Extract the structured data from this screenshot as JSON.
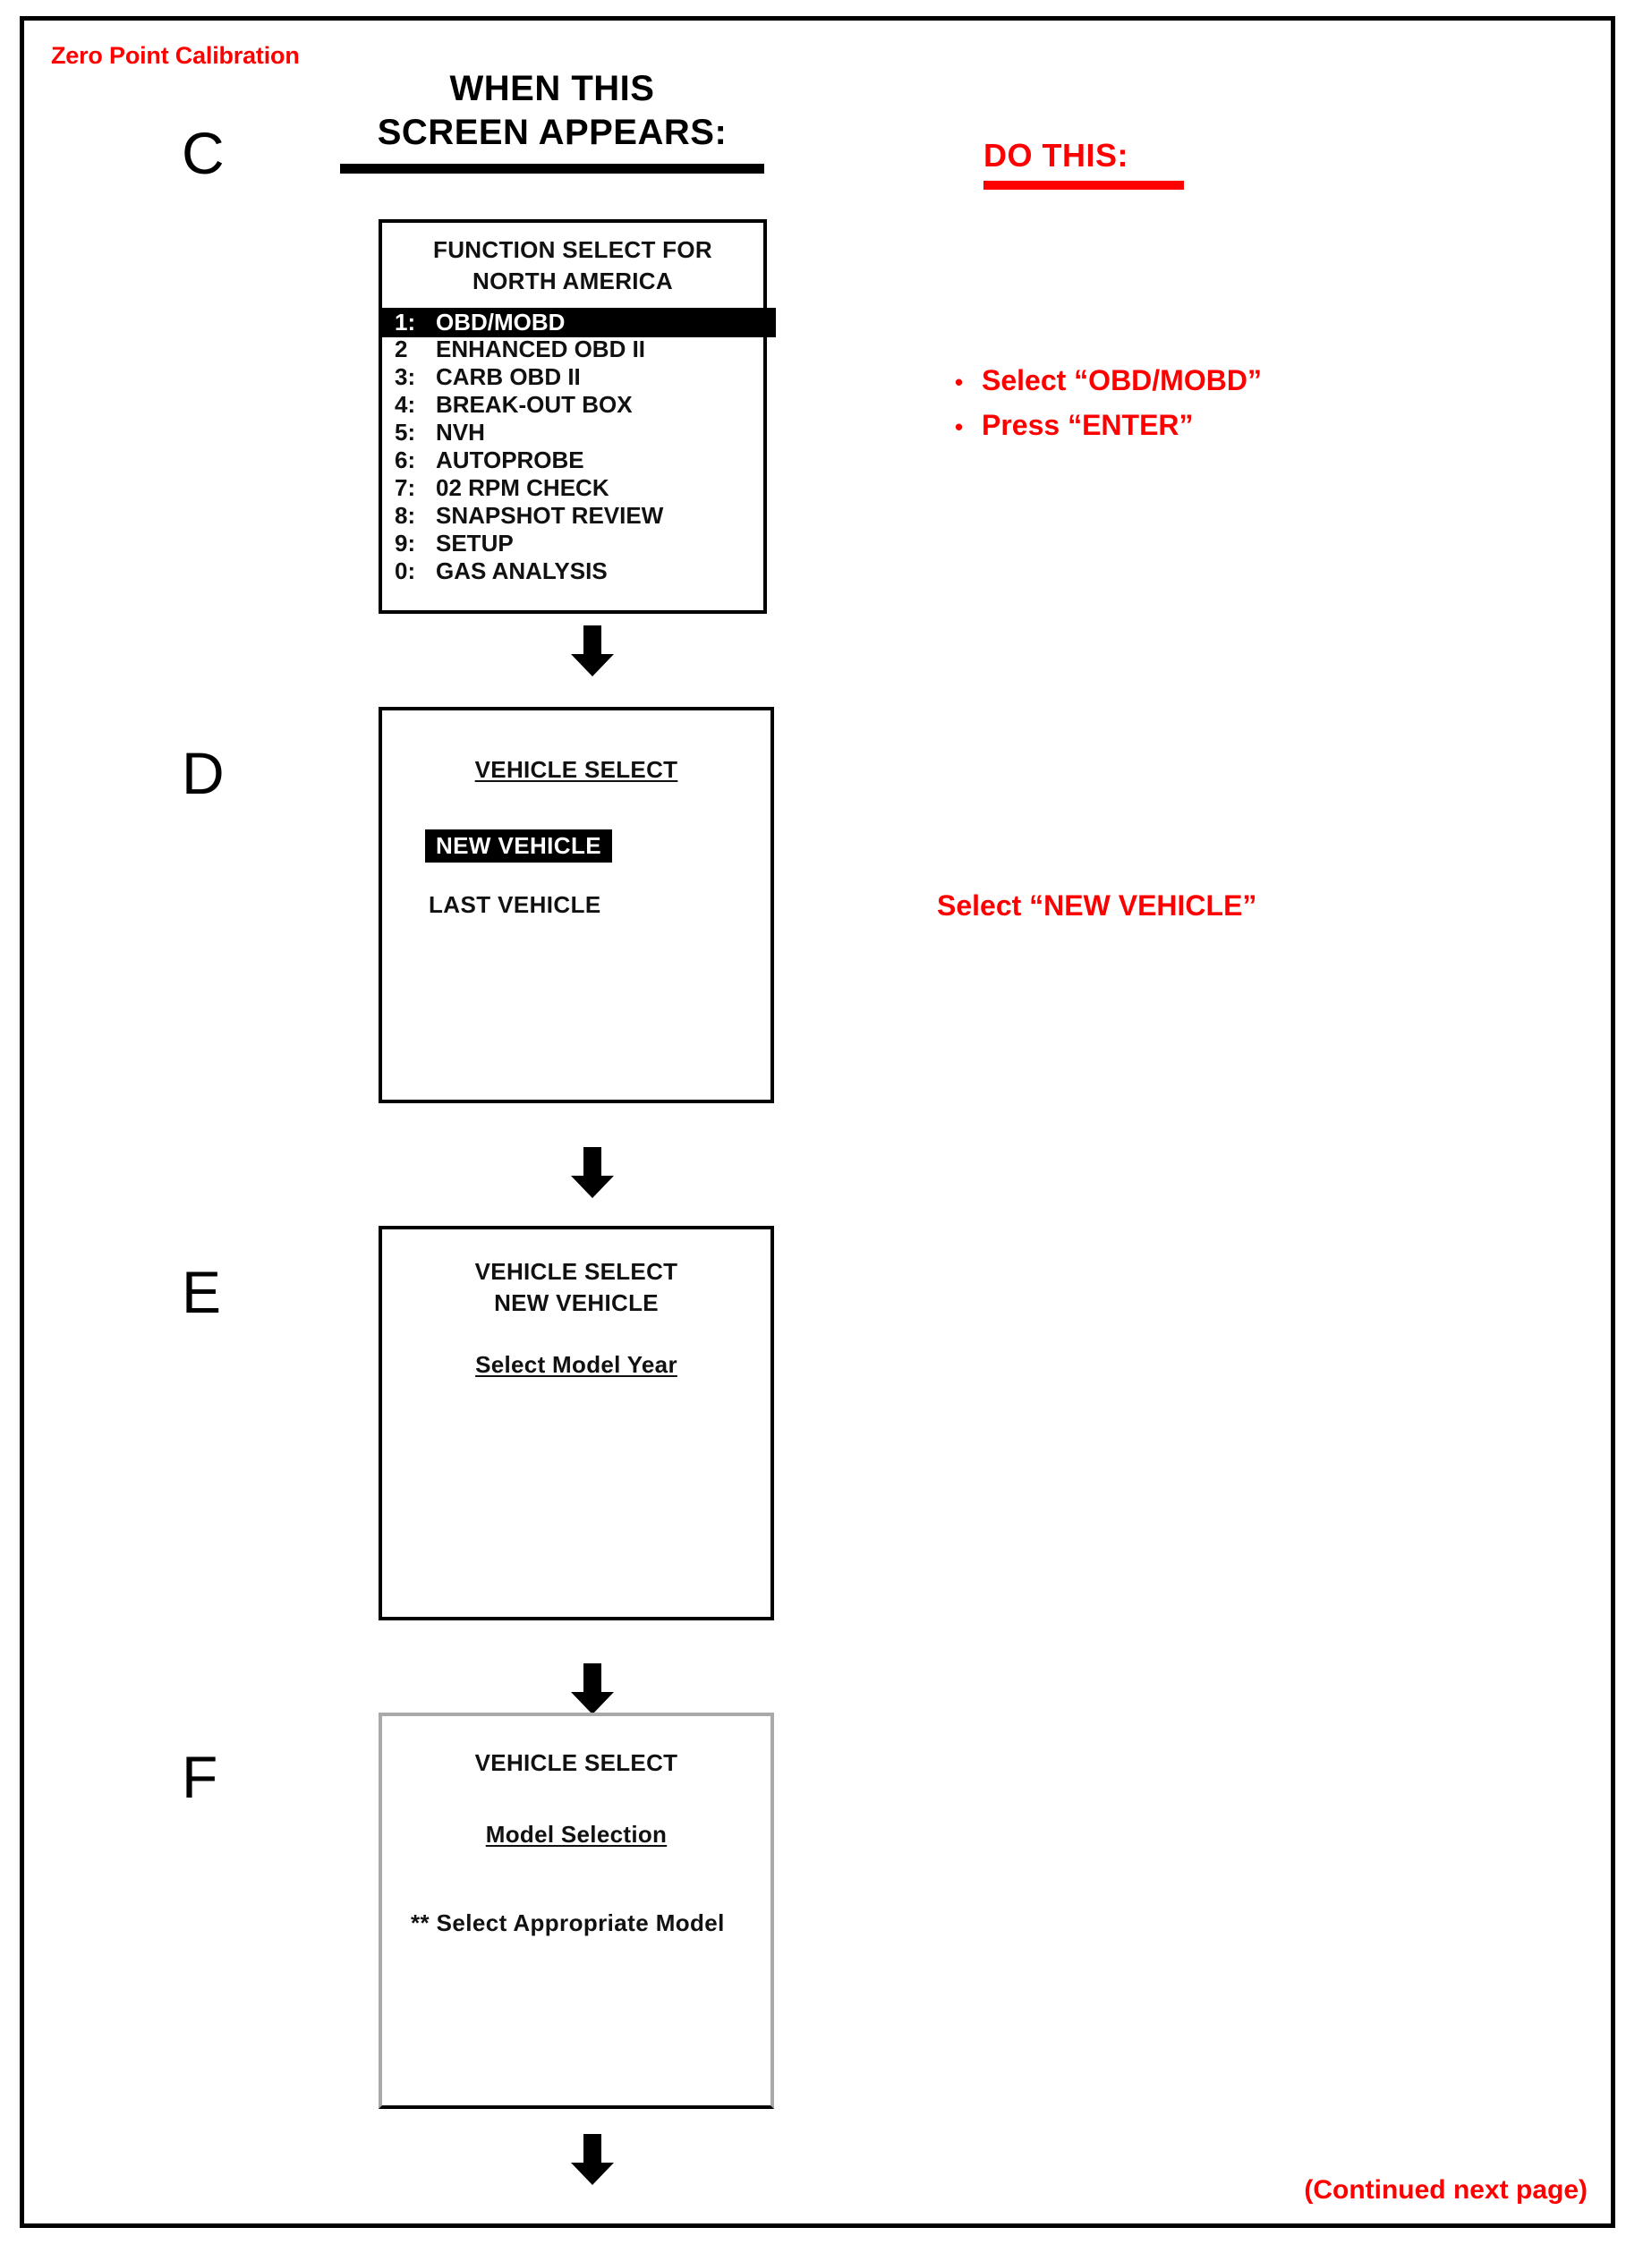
{
  "document": {
    "tag": "Zero Point Calibration",
    "footer_note": "(Continued next page)"
  },
  "headers": {
    "left_line1": "WHEN THIS",
    "left_line2": "SCREEN APPEARS:",
    "right": "DO THIS:"
  },
  "colors": {
    "accent_red": "#ff0000",
    "ink": "#000000",
    "box_gray": "#a9a9a9"
  },
  "steps": [
    {
      "letter": "C",
      "screen": {
        "title_line1": "FUNCTION SELECT FOR",
        "title_line2": "NORTH AMERICA",
        "menu": [
          {
            "num": "1:",
            "label": "OBD/MOBD",
            "selected": true
          },
          {
            "num": "2",
            "label": "ENHANCED OBD II",
            "selected": false
          },
          {
            "num": "3:",
            "label": "CARB OBD II",
            "selected": false
          },
          {
            "num": "4:",
            "label": "BREAK-OUT BOX",
            "selected": false
          },
          {
            "num": "5:",
            "label": "NVH",
            "selected": false
          },
          {
            "num": "6:",
            "label": "AUTOPROBE",
            "selected": false
          },
          {
            "num": "7:",
            "label": "02 RPM CHECK",
            "selected": false
          },
          {
            "num": "8:",
            "label": "SNAPSHOT REVIEW",
            "selected": false
          },
          {
            "num": "9:",
            "label": "SETUP",
            "selected": false
          },
          {
            "num": "0:",
            "label": "GAS ANALYSIS",
            "selected": false
          }
        ]
      },
      "instructions": [
        "Select “OBD/MOBD”",
        "Press “ENTER”"
      ]
    },
    {
      "letter": "D",
      "screen": {
        "title": "VEHICLE SELECT",
        "highlighted": "NEW VEHICLE",
        "option": "LAST VEHICLE"
      },
      "instruction": "Select “NEW VEHICLE”"
    },
    {
      "letter": "E",
      "screen": {
        "title_line1": "VEHICLE SELECT",
        "title_line2": "NEW VEHICLE",
        "subtitle": "Select Model Year"
      }
    },
    {
      "letter": "F",
      "screen": {
        "title": "VEHICLE SELECT",
        "subtitle": "Model Selection",
        "note": "** Select Appropriate Model"
      }
    }
  ],
  "icons": {
    "arrow": "down-arrow-icon",
    "bullet": "•"
  }
}
